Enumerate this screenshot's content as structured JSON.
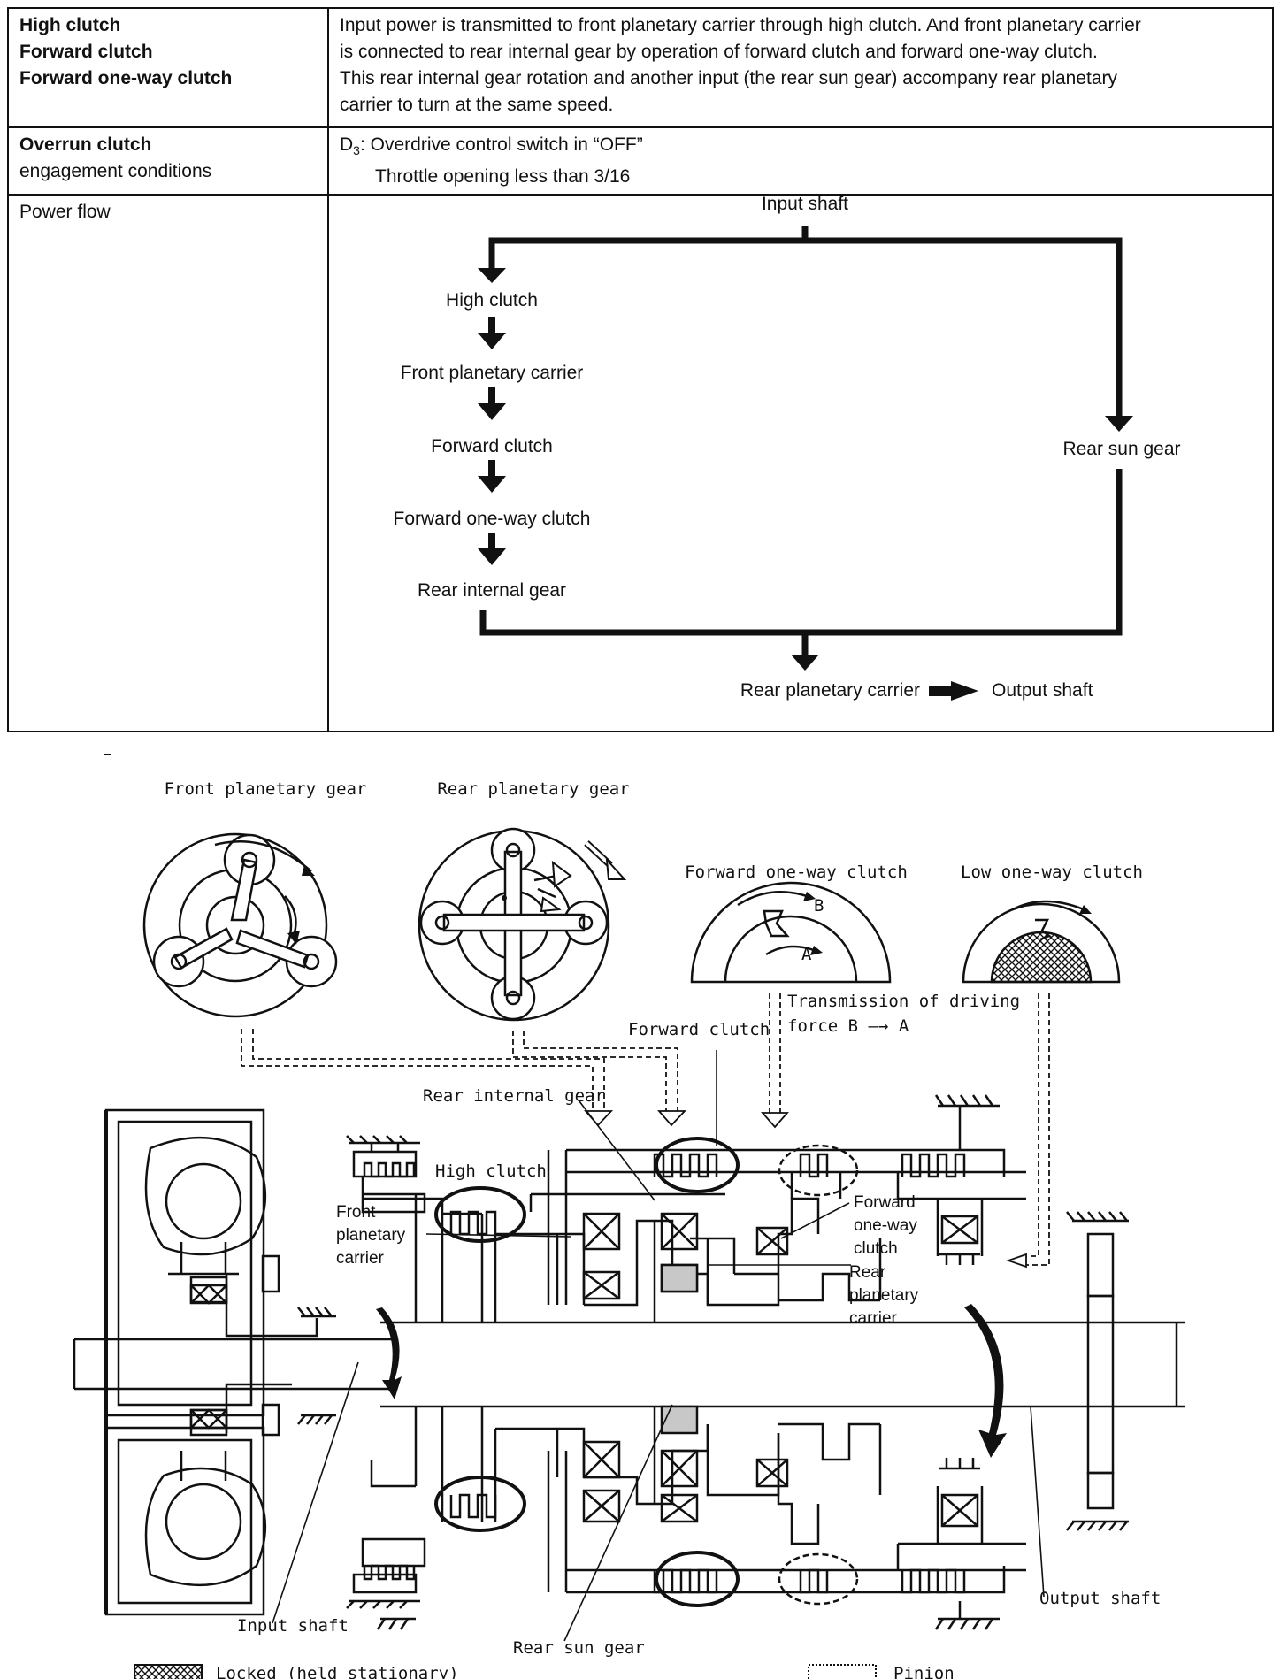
{
  "table": {
    "row1": {
      "labels": [
        "High clutch",
        "Forward clutch",
        "Forward one-way clutch"
      ],
      "text": [
        "Input power is transmitted to front planetary carrier through high clutch. And front planetary carrier",
        "is connected to rear internal gear by operation of forward clutch and forward one-way clutch.",
        "This rear internal gear rotation and another input (the rear sun gear) accompany rear planetary",
        "carrier to turn at the same speed."
      ]
    },
    "row2": {
      "label_bold": "Overrun clutch",
      "label_rest": "engagement conditions",
      "d_prefix": "D",
      "d_sub": "3",
      "line1": ": Overdrive control switch in “OFF”",
      "line2": "Throttle opening less than 3/16"
    },
    "row3": {
      "label": "Power flow"
    }
  },
  "power_flow": {
    "input_shaft": "Input shaft",
    "chain": [
      "High clutch",
      "Front planetary carrier",
      "Forward clutch",
      "Forward one-way clutch",
      "Rear internal gear"
    ],
    "rear_sun_gear": "Rear sun gear",
    "rear_planetary_carrier": "Rear planetary carrier",
    "output_shaft": "Output shaft"
  },
  "diagram": {
    "front_planetary_gear": "Front planetary gear",
    "rear_planetary_gear": "Rear planetary gear",
    "forward_one_way_clutch": "Forward one-way clutch",
    "low_one_way_clutch": "Low one-way clutch",
    "marker_b": "B",
    "marker_a": "A",
    "transmission_line1": "Transmission of driving",
    "transmission_line2": "force B —→ A",
    "forward_clutch": "Forward clutch",
    "rear_internal_gear": "Rear internal gear",
    "high_clutch": "High clutch",
    "front_planetary_carrier": [
      "Front",
      "planetary",
      "carrier"
    ],
    "forward_one_way_clutch_callout": [
      "Forward",
      "one-way",
      "clutch"
    ],
    "rear_planetary_carrier": [
      "Rear",
      "planetary",
      "carrier"
    ],
    "input_shaft": "Input shaft",
    "rear_sun_gear": "Rear sun gear",
    "output_shaft": "Output shaft"
  },
  "legend": {
    "locked": "Locked (held stationary)",
    "pinion": "Pinion"
  }
}
